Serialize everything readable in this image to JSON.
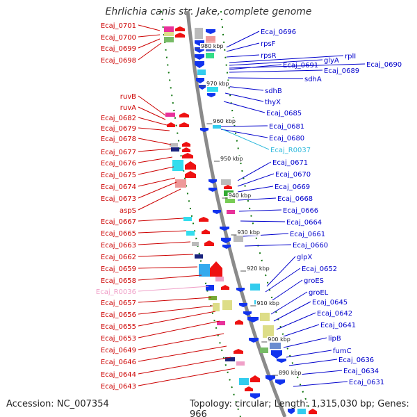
{
  "title": "Ehrlichia canis str. Jake, complete genome",
  "footer": {
    "accession": "Accession: NC_007354",
    "summary": "Topology: circular; Length: 1,315,030 bp; Genes: 966"
  },
  "colors": {
    "forward_label": "#cc0000",
    "reverse_label": "#0000cc",
    "rna_reverse": "#33bbdd",
    "rna_forward": "#f0a0c8",
    "backbone": "#8a8a8a",
    "tick": "#117711"
  },
  "ticks": [
    "980 kbp",
    "970 kbp",
    "960 kbp",
    "950 kbp",
    "940 kbp",
    "930 kbp",
    "920 kbp",
    "910 kbp",
    "900 kbp",
    "890 kbp"
  ],
  "left_labels": [
    {
      "text": "Ecaj_0701",
      "kind": "gene"
    },
    {
      "text": "Ecaj_0700",
      "kind": "gene"
    },
    {
      "text": "Ecaj_0699",
      "kind": "gene"
    },
    {
      "text": "Ecaj_0698",
      "kind": "gene"
    },
    {
      "text": "ruvB",
      "kind": "gene"
    },
    {
      "text": "ruvA",
      "kind": "gene"
    },
    {
      "text": "Ecaj_0682",
      "kind": "gene"
    },
    {
      "text": "Ecaj_0679",
      "kind": "gene"
    },
    {
      "text": "Ecaj_0678",
      "kind": "gene"
    },
    {
      "text": "Ecaj_0677",
      "kind": "gene"
    },
    {
      "text": "Ecaj_0676",
      "kind": "gene"
    },
    {
      "text": "Ecaj_0675",
      "kind": "gene"
    },
    {
      "text": "Ecaj_0674",
      "kind": "gene"
    },
    {
      "text": "Ecaj_0673",
      "kind": "gene"
    },
    {
      "text": "aspS",
      "kind": "gene"
    },
    {
      "text": "Ecaj_0667",
      "kind": "gene"
    },
    {
      "text": "Ecaj_0665",
      "kind": "gene"
    },
    {
      "text": "Ecaj_0663",
      "kind": "gene"
    },
    {
      "text": "Ecaj_0662",
      "kind": "gene"
    },
    {
      "text": "Ecaj_0659",
      "kind": "gene"
    },
    {
      "text": "Ecaj_0658",
      "kind": "gene"
    },
    {
      "text": "Ecaj_R0036",
      "kind": "rna"
    },
    {
      "text": "Ecaj_0657",
      "kind": "gene"
    },
    {
      "text": "Ecaj_0656",
      "kind": "gene"
    },
    {
      "text": "Ecaj_0655",
      "kind": "gene"
    },
    {
      "text": "Ecaj_0653",
      "kind": "gene"
    },
    {
      "text": "Ecaj_0649",
      "kind": "gene"
    },
    {
      "text": "Ecaj_0646",
      "kind": "gene"
    },
    {
      "text": "Ecaj_0644",
      "kind": "gene"
    },
    {
      "text": "Ecaj_0643",
      "kind": "gene"
    }
  ],
  "right_labels": [
    {
      "text": "Ecaj_0696",
      "kind": "gene"
    },
    {
      "text": "rpsF",
      "kind": "gene"
    },
    {
      "text": "rpsR",
      "kind": "gene"
    },
    {
      "text": "rplI",
      "kind": "gene"
    },
    {
      "text": "glyA",
      "kind": "gene"
    },
    {
      "text": "Ecaj_0690",
      "kind": "gene"
    },
    {
      "text": "Ecaj_0691",
      "kind": "gene"
    },
    {
      "text": "Ecaj_0689",
      "kind": "gene"
    },
    {
      "text": "sdhA",
      "kind": "gene"
    },
    {
      "text": "sdhB",
      "kind": "gene"
    },
    {
      "text": "thyX",
      "kind": "gene"
    },
    {
      "text": "Ecaj_0685",
      "kind": "gene"
    },
    {
      "text": "Ecaj_0681",
      "kind": "gene"
    },
    {
      "text": "Ecaj_0680",
      "kind": "gene"
    },
    {
      "text": "Ecaj_R0037",
      "kind": "rna"
    },
    {
      "text": "Ecaj_0671",
      "kind": "gene"
    },
    {
      "text": "Ecaj_0670",
      "kind": "gene"
    },
    {
      "text": "Ecaj_0669",
      "kind": "gene"
    },
    {
      "text": "Ecaj_0668",
      "kind": "gene"
    },
    {
      "text": "Ecaj_0666",
      "kind": "gene"
    },
    {
      "text": "Ecaj_0664",
      "kind": "gene"
    },
    {
      "text": "Ecaj_0661",
      "kind": "gene"
    },
    {
      "text": "Ecaj_0660",
      "kind": "gene"
    },
    {
      "text": "glpX",
      "kind": "gene"
    },
    {
      "text": "Ecaj_0652",
      "kind": "gene"
    },
    {
      "text": "groES",
      "kind": "gene"
    },
    {
      "text": "groEL",
      "kind": "gene"
    },
    {
      "text": "Ecaj_0645",
      "kind": "gene"
    },
    {
      "text": "Ecaj_0642",
      "kind": "gene"
    },
    {
      "text": "Ecaj_0641",
      "kind": "gene"
    },
    {
      "text": "lipB",
      "kind": "gene"
    },
    {
      "text": "fumC",
      "kind": "gene"
    },
    {
      "text": "Ecaj_0636",
      "kind": "gene"
    },
    {
      "text": "Ecaj_0634",
      "kind": "gene"
    },
    {
      "text": "Ecaj_0631",
      "kind": "gene"
    }
  ]
}
